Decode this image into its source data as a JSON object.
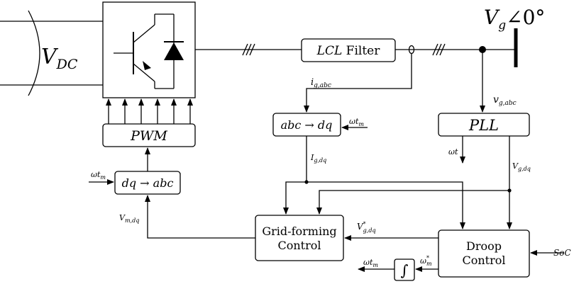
{
  "dc_source": {
    "label_main": "V",
    "label_sub": "DC"
  },
  "filter": {
    "label_italic": "LCL",
    "label_plain": " Filter"
  },
  "grid": {
    "label_main": "V",
    "label_sub": "g",
    "label_angle": "∠0°"
  },
  "pwm": {
    "label": "PWM"
  },
  "abc_dq": {
    "label": "abc → dq"
  },
  "pll": {
    "label": "PLL"
  },
  "dq_abc": {
    "label": "dq → abc"
  },
  "grid_forming": {
    "line1": "Grid-forming",
    "line2": "Control"
  },
  "droop": {
    "line1": "Droop",
    "line2": "Control"
  },
  "integrator": {
    "symbol": "∫"
  },
  "signals": {
    "ig_abc": {
      "main": "i",
      "sub": "g,abc"
    },
    "vg_abc": {
      "main": "v",
      "sub": "g,abc"
    },
    "Ig_dq": {
      "main": "I",
      "sub": "g,dq"
    },
    "Vg_dq": {
      "main": "V",
      "sub": "g,dq"
    },
    "wt_pll": {
      "main": "ωt"
    },
    "wtm_abcdq": {
      "main": "ωt",
      "sub": "m"
    },
    "wtm_dqabc": {
      "main": "ωt",
      "sub": "m"
    },
    "Vm_dq": {
      "main": "V",
      "sub": "m,dq"
    },
    "Vg_dq_star": {
      "main": "V",
      "sup": "*",
      "sub": "g,dq"
    },
    "wm_star": {
      "main": "ω",
      "sup": "*",
      "sub": "m"
    },
    "wtm_out": {
      "main": "ωt",
      "sub": "m"
    },
    "soc": {
      "main": "SoC"
    }
  }
}
